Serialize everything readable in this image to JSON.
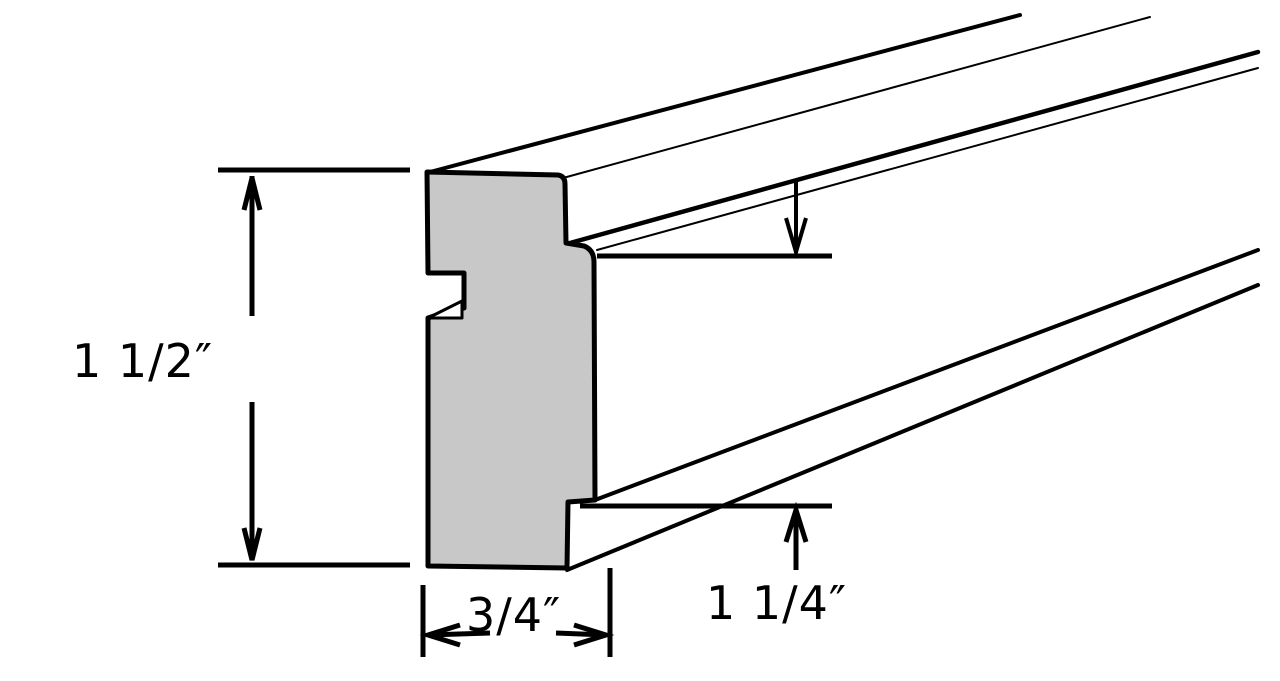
{
  "diagram": {
    "subject": "Picture frame moulding profile",
    "colors": {
      "profile_fill": "#c8c8c8",
      "line": "#000000",
      "background": "#ffffff"
    },
    "dimensions": {
      "height": {
        "label": "1 1/2″",
        "orientation": "vertical"
      },
      "width": {
        "label": "3/4″",
        "orientation": "horizontal"
      },
      "ledge": {
        "label": "1 1/4″",
        "orientation": "vertical"
      }
    }
  }
}
